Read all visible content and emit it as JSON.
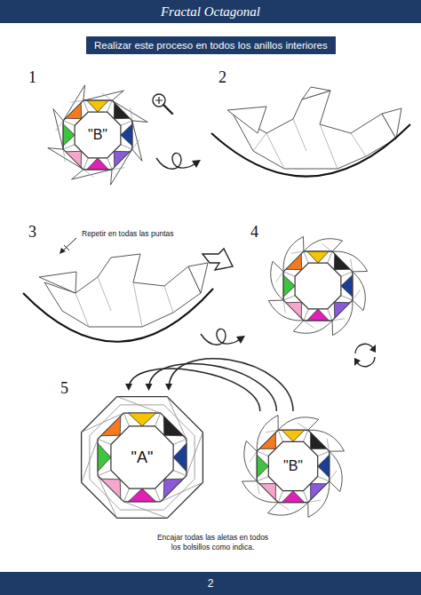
{
  "diagram": {
    "title": "Fractal Octagonal",
    "nodes": [
      {
        "text": [
          "Realizar este proceso en todos los anillos interiores"
        ]
      },
      {
        "text": [
          "\"B\""
        ]
      },
      {
        "text": [
          "\"A\""
        ]
      },
      {
        "text": [
          "\"B\""
        ]
      }
    ],
    "edges": [
      {
        "from": 3,
        "to": 2,
        "arrow": "to"
      },
      {
        "from": 3,
        "to": 2,
        "arrow": "to"
      },
      {
        "from": 3,
        "to": 2,
        "arrow": "to"
      }
    ],
    "labels": [
      "1",
      "2",
      "3",
      "Repetir en todas las puntas",
      "4",
      "5",
      "Encajar todas las aletas en todos los bolsillos como indica.",
      "2"
    ]
  }
}
